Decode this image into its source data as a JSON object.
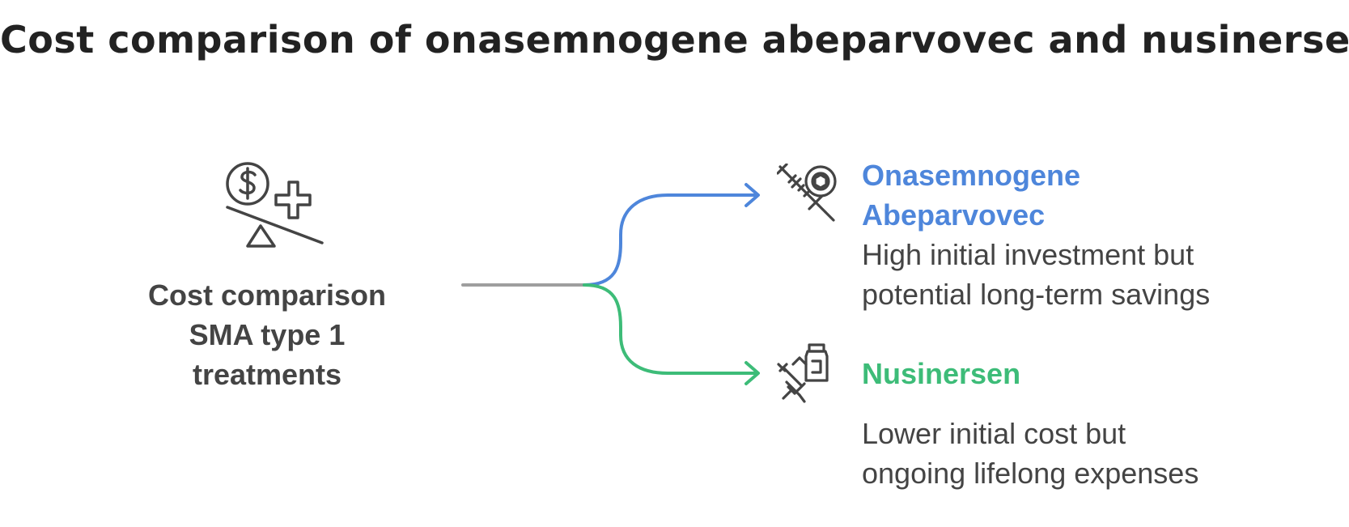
{
  "title": "Cost comparison of onasemnogene abeparvovec and nusinersen",
  "center": {
    "lines": [
      "Cost comparison",
      "SMA type 1",
      "treatments"
    ],
    "icon": "balance-scale-dollar-cross-icon"
  },
  "branches": [
    {
      "title_lines": [
        "Onasemnogene",
        "Abeparvovec"
      ],
      "desc_lines": [
        "High initial investment but",
        "potential long-term savings"
      ],
      "icon": "gene-therapy-syringe-icon",
      "color": "#4E86DB"
    },
    {
      "title_lines": [
        "Nusinersen"
      ],
      "desc_lines": [
        "Lower initial cost but",
        "ongoing lifelong expenses"
      ],
      "icon": "injection-vial-icon",
      "color": "#3DBC78"
    }
  ],
  "colors": {
    "stem": "#9E9E9E",
    "text": "#444444",
    "icon": "#444444"
  }
}
